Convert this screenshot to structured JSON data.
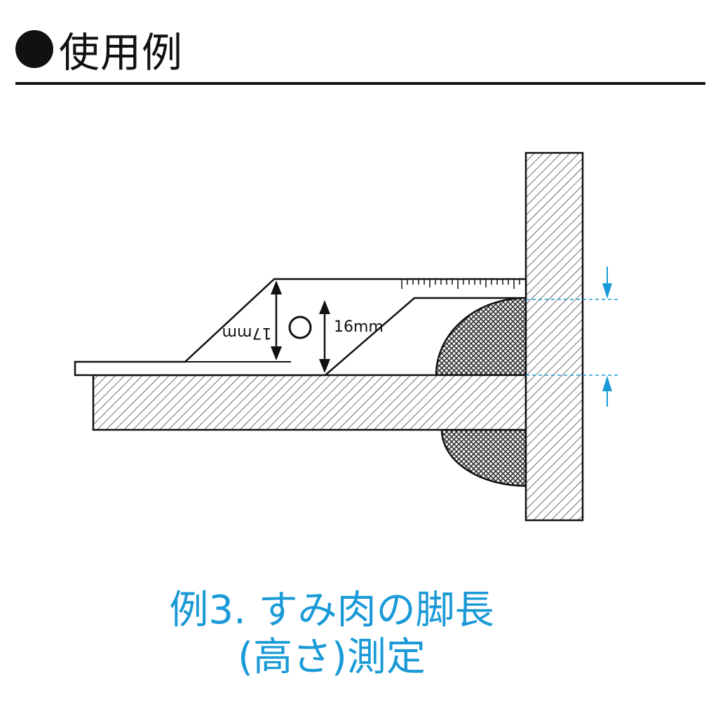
{
  "header": {
    "title": "使用例",
    "bullet_icon": "black-circle-icon"
  },
  "diagram": {
    "label_17mm": "17mm",
    "label_16mm": "16mm",
    "colors": {
      "line": "#111111",
      "dimension": "#1a9ad6"
    }
  },
  "caption": {
    "line1": "例3. すみ肉の脚長",
    "line2": "(高さ)測定"
  }
}
